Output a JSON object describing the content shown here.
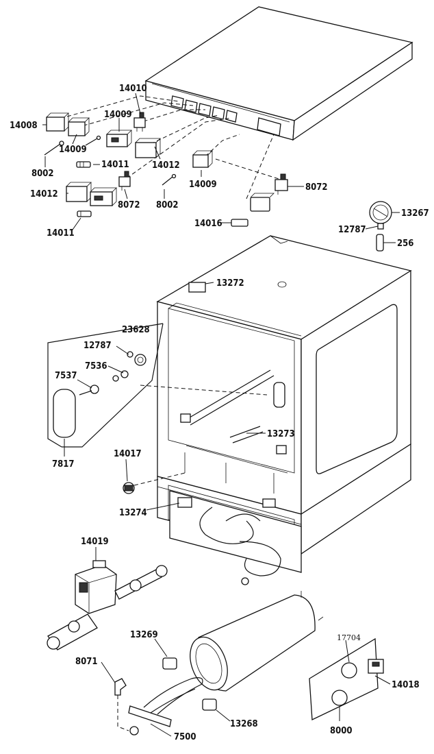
{
  "labels": {
    "p14010": "14010",
    "p14008": "14008",
    "p14009a": "14009",
    "p14009b": "14009",
    "p14009c": "14009",
    "p8002a": "8002",
    "p8002b": "8002",
    "p14011a": "14011",
    "p14011b": "14011",
    "p14012a": "14012",
    "p14012b": "14012",
    "p8072a": "8072",
    "p8072b": "8072",
    "p14016": "14016",
    "p13267": "13267",
    "p12787a": "12787",
    "p12787b": "12787",
    "p256": "256",
    "p13272": "13272",
    "p23628": "23628",
    "p7536": "7536",
    "p7537": "7537",
    "p7817": "7817",
    "p13273": "13273",
    "p14017": "14017",
    "p13274": "13274",
    "p14019": "14019",
    "p13269": "13269",
    "p8071": "8071",
    "p17704": "17704",
    "p14018": "14018",
    "p8000": "8000",
    "p13268": "13268",
    "p7500": "7500"
  }
}
